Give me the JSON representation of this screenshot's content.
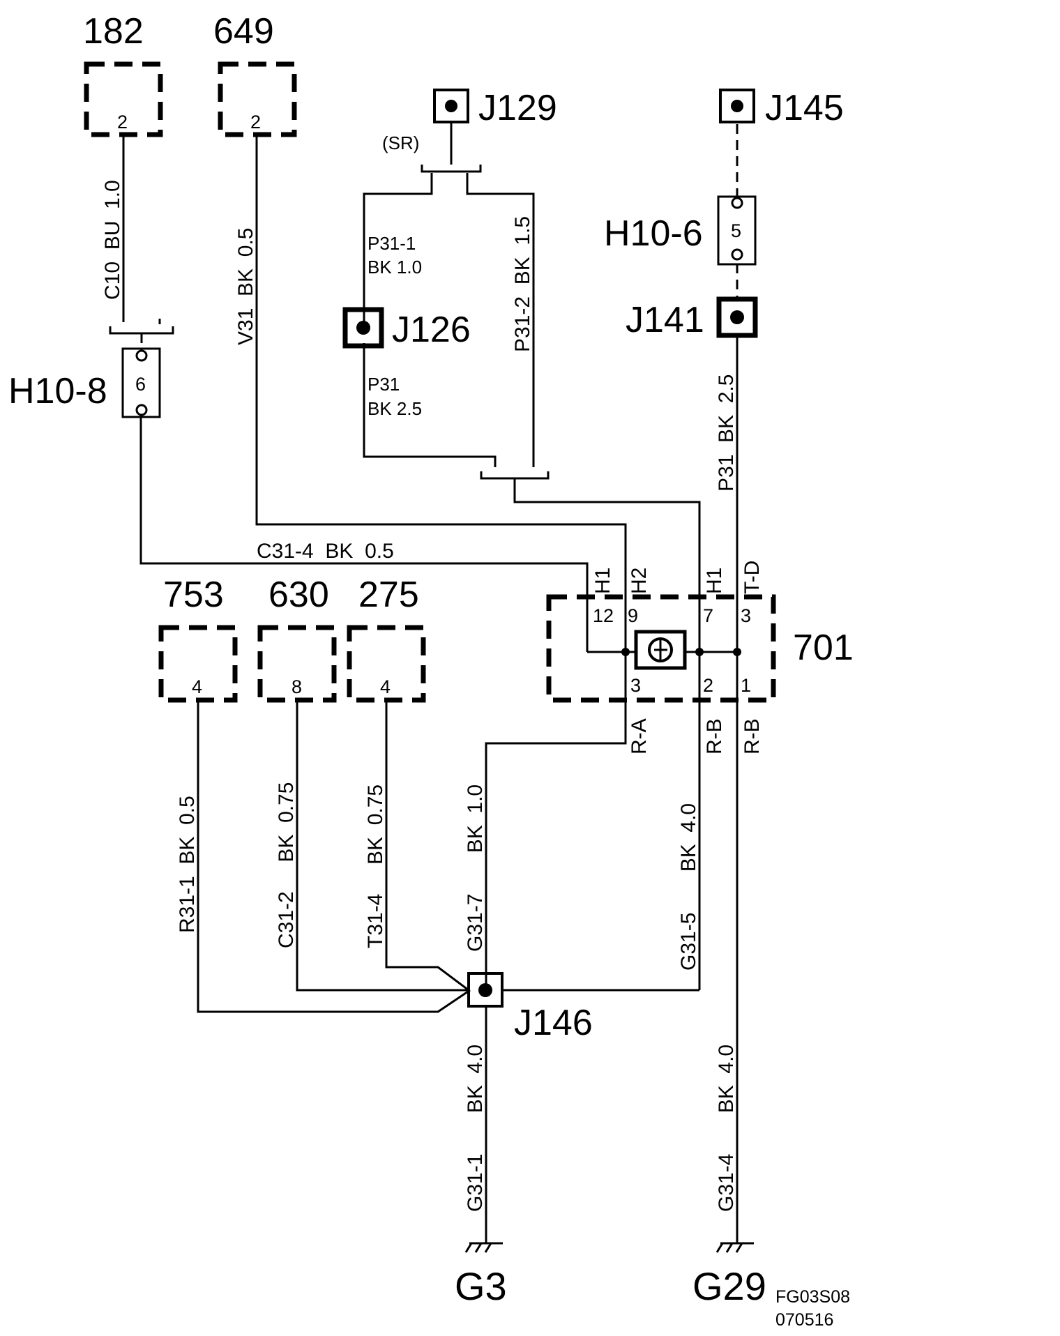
{
  "components": {
    "c182": {
      "label": "182",
      "pin": "2"
    },
    "c649": {
      "label": "649",
      "pin": "2"
    },
    "c753": {
      "label": "753",
      "pin": "4"
    },
    "c630": {
      "label": "630",
      "pin": "8"
    },
    "c275": {
      "label": "275",
      "pin": "4"
    },
    "c701": {
      "label": "701"
    }
  },
  "module701": {
    "top_pins": [
      "12",
      "9",
      "7",
      "3"
    ],
    "bottom_pins": [
      "3",
      "2",
      "1"
    ],
    "top_tags": [
      "H1",
      "H2",
      "H1",
      "T-D"
    ],
    "bottom_tags": [
      "R-A",
      "R-B",
      "R-B"
    ]
  },
  "connectors": {
    "h10_8": {
      "label": "H10-8",
      "pin": "6"
    },
    "h10_6": {
      "label": "H10-6",
      "pin": "5"
    }
  },
  "junctions": {
    "j129": "J129",
    "j145": "J145",
    "j126": "J126",
    "j141": "J141",
    "j146": "J146"
  },
  "grounds": {
    "g3": "G3",
    "g29": "G29"
  },
  "annotations": {
    "sr": "(SR)"
  },
  "wires": {
    "c10": "C10  BU  1.0",
    "v31": "V31  BK  0.5",
    "p31_1a": "P31-1",
    "p31_1b": "BK 1.0",
    "p31a": "P31",
    "p31b": "BK 2.5",
    "p31_2": "P31-2  BK  1.5",
    "p31_right": "P31  BK  2.5",
    "c31_4": "C31-4  BK  0.5",
    "r31_1": "R31-1  BK  0.5",
    "c31_2": "C31-2     BK  0.75",
    "t31_4": "T31-4     BK  0.75",
    "g31_7": "G31-7       BK  1.0",
    "g31_5": "G31-5       BK  4.0",
    "g31_1": "G31-1       BK  4.0",
    "g31_4": "G31-4       BK  4.0"
  },
  "caption": {
    "line1": "FG03S08",
    "line2": "070516"
  }
}
